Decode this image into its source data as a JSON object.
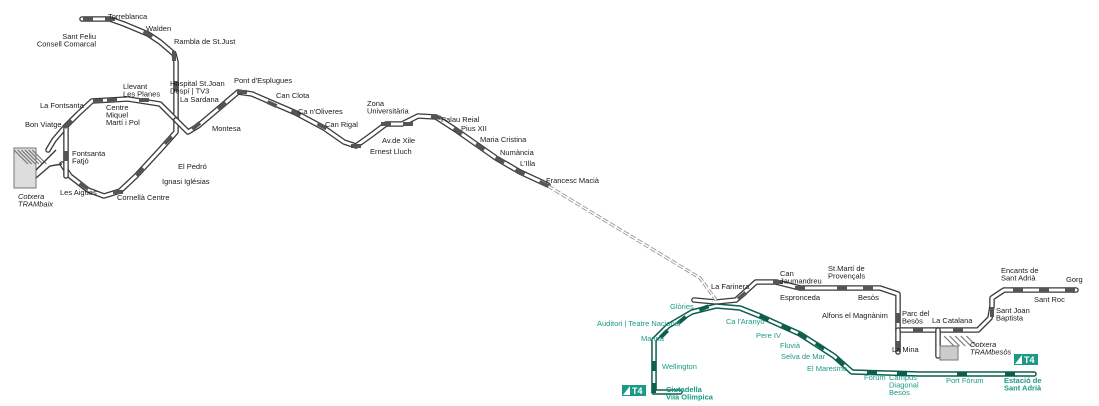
{
  "colors": {
    "line": "#3a3a3a",
    "track_fill": "#ffffff",
    "t4": "#1a9a84",
    "t4_dark": "#0d5e4c",
    "stop": "#555555",
    "link": "#999999",
    "depot": "#777777"
  },
  "line_badge": "T4",
  "stations": [
    {
      "id": "torreblanca",
      "lines": [
        "Torreblanca"
      ]
    },
    {
      "id": "walden",
      "lines": [
        "Walden"
      ]
    },
    {
      "id": "sant-feliu",
      "lines": [
        "Sant Feliu",
        "Consell Comarcal"
      ]
    },
    {
      "id": "rambla-st-just",
      "lines": [
        "Rambla de St.Just"
      ]
    },
    {
      "id": "hospital-st-joan",
      "lines": [
        "Hospital St.Joan",
        "Despí | TV3"
      ]
    },
    {
      "id": "llevant",
      "lines": [
        "Llevant",
        "Les Planes"
      ]
    },
    {
      "id": "la-fontsanta",
      "lines": [
        "La Fontsanta"
      ]
    },
    {
      "id": "centre-miquel",
      "lines": [
        "Centre",
        "Miquel",
        "Martí i Pol"
      ]
    },
    {
      "id": "bon-viatge",
      "lines": [
        "Bon Viatge"
      ]
    },
    {
      "id": "fontsanta-fatjo",
      "lines": [
        "Fontsanta",
        "Fatjó"
      ]
    },
    {
      "id": "les-aigues",
      "lines": [
        "Les Aigües"
      ]
    },
    {
      "id": "cornella-centre",
      "lines": [
        "Cornellà Centre"
      ]
    },
    {
      "id": "ignasi-iglesias",
      "lines": [
        "Ignasi Iglésias"
      ]
    },
    {
      "id": "el-pedro",
      "lines": [
        "El Pedró"
      ]
    },
    {
      "id": "montesa",
      "lines": [
        "Montesa"
      ]
    },
    {
      "id": "la-sardana",
      "lines": [
        "La Sardana"
      ]
    },
    {
      "id": "pont-esplugues",
      "lines": [
        "Pont d'Esplugues"
      ]
    },
    {
      "id": "can-clota",
      "lines": [
        "Can Clota"
      ]
    },
    {
      "id": "ca-noliveres",
      "lines": [
        "Ca n'Oliveres"
      ]
    },
    {
      "id": "can-rigal",
      "lines": [
        "Can Rigal"
      ]
    },
    {
      "id": "ernest-lluch",
      "lines": [
        "Ernest Lluch"
      ]
    },
    {
      "id": "av-xile",
      "lines": [
        "Av.de Xile"
      ]
    },
    {
      "id": "zona-universitaria",
      "lines": [
        "Zona",
        "Universitària"
      ]
    },
    {
      "id": "palau-reial",
      "lines": [
        "Palau Reial"
      ]
    },
    {
      "id": "pius-xii",
      "lines": [
        "Pius XII"
      ]
    },
    {
      "id": "maria-cristina",
      "lines": [
        "Maria Cristina"
      ]
    },
    {
      "id": "numancia",
      "lines": [
        "Numància"
      ]
    },
    {
      "id": "lilla",
      "lines": [
        "L'Illa"
      ]
    },
    {
      "id": "francesc-macia",
      "lines": [
        "Francesc Macià"
      ]
    },
    {
      "id": "la-farinera",
      "lines": [
        "La Farinera"
      ]
    },
    {
      "id": "can-jaumandreu",
      "lines": [
        "Can",
        "Jaumandreu"
      ]
    },
    {
      "id": "espronceda",
      "lines": [
        "Espronceda"
      ]
    },
    {
      "id": "st-marti",
      "lines": [
        "St.Martí de",
        "Provençals"
      ]
    },
    {
      "id": "besos",
      "lines": [
        "Besòs"
      ]
    },
    {
      "id": "alfons-magnanim",
      "lines": [
        "Alfons el Magnànim"
      ]
    },
    {
      "id": "parc-besos",
      "lines": [
        "Parc del",
        "Besòs"
      ]
    },
    {
      "id": "la-catalana",
      "lines": [
        "La Catalana"
      ]
    },
    {
      "id": "la-mina",
      "lines": [
        "La Mina"
      ]
    },
    {
      "id": "encants",
      "lines": [
        "Encants de",
        "Sant Adrià"
      ]
    },
    {
      "id": "gorg",
      "lines": [
        "Gorg"
      ]
    },
    {
      "id": "sant-roc",
      "lines": [
        "Sant Roc"
      ]
    },
    {
      "id": "sant-joan-baptista",
      "lines": [
        "Sant Joan",
        "Baptista"
      ]
    },
    {
      "id": "glories",
      "lines": [
        "Glòries"
      ],
      "t4": true
    },
    {
      "id": "auditori",
      "lines": [
        "Auditori | Teatre Nacional"
      ],
      "t4": true
    },
    {
      "id": "marina",
      "lines": [
        "Marina"
      ],
      "t4": true
    },
    {
      "id": "wellington",
      "lines": [
        "Wellington"
      ],
      "t4": true
    },
    {
      "id": "ciutadella",
      "lines": [
        "Ciutadella",
        "Vila Olímpica"
      ],
      "t4": true,
      "bold": true
    },
    {
      "id": "ca-laranyo",
      "lines": [
        "Ca l'Aranyó"
      ],
      "t4": true
    },
    {
      "id": "pere-iv",
      "lines": [
        "Pere IV"
      ],
      "t4": true
    },
    {
      "id": "fluvia",
      "lines": [
        "Fluvià"
      ],
      "t4": true
    },
    {
      "id": "selva-de-mar",
      "lines": [
        "Selva de Mar"
      ],
      "t4": true
    },
    {
      "id": "el-maresme",
      "lines": [
        "El Maresme"
      ],
      "t4": true
    },
    {
      "id": "forum",
      "lines": [
        "Fòrum"
      ],
      "t4": true
    },
    {
      "id": "campus-diagonal",
      "lines": [
        "Campus",
        "Diagonal",
        "Besòs"
      ],
      "t4": true
    },
    {
      "id": "port-forum",
      "lines": [
        "Port Fòrum"
      ],
      "t4": true
    },
    {
      "id": "estacio-sant-adria",
      "lines": [
        "Estació de",
        "Sant Adrià"
      ],
      "t4": true,
      "bold": true
    }
  ],
  "depots": [
    {
      "id": "depot-trambaix",
      "lines": [
        "Cotxera",
        "TRAMbaix"
      ]
    },
    {
      "id": "depot-trambesos",
      "lines": [
        "Cotxera",
        "TRAMbesòs"
      ]
    }
  ]
}
